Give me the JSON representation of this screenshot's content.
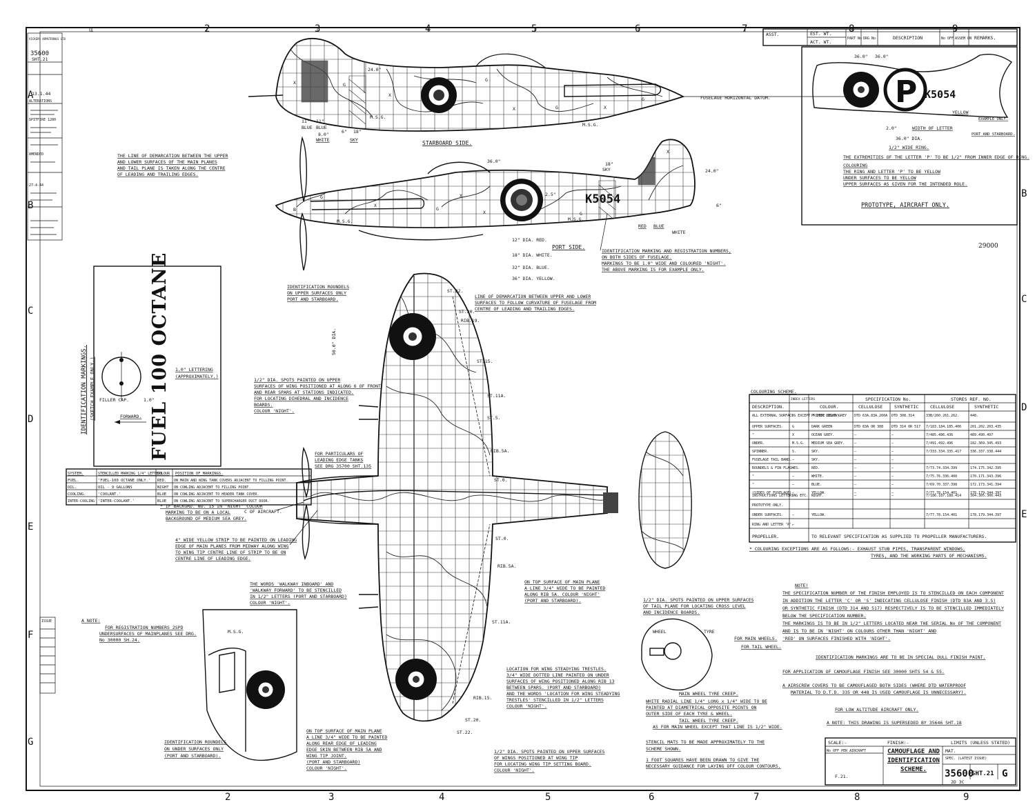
{
  "border": {
    "columns_top": [
      "1",
      "2",
      "3",
      "4",
      "5",
      "6",
      "7",
      "8",
      "9"
    ],
    "columns_bottom": [
      "2",
      "3",
      "4",
      "5",
      "6",
      "7",
      "8",
      "9"
    ],
    "rows": [
      "A",
      "B",
      "C",
      "D",
      "E",
      "F",
      "G"
    ]
  },
  "left_strip": {
    "maker": "VICKERS ARMSTRONGS LTD",
    "drawing_no": "35600",
    "sheet": "SHT.21",
    "date": "13.1.44",
    "alterations_title": "ALTERATIONS",
    "alteration_lines": [
      "SPITFIRE 1200",
      "AMENDED",
      "27-4-44"
    ],
    "issue_label": "ISSUE"
  },
  "alterations_header": {
    "cells": [
      "ASST.",
      "EST. WT.",
      "ACT. WT.",
      "PART No",
      "DRG No",
      "DESCRIPTION",
      "No OFF",
      "ASSEM ON",
      "REMARKS."
    ]
  },
  "starboard": {
    "title": "STARBOARD SIDE.",
    "datum_label": "FUSELAGE HORIZONTAL DATUM.",
    "dims": [
      "24.0\"",
      "11\"",
      "11\"",
      "8.0\"",
      "6\"",
      "18\""
    ],
    "band_labels": [
      "BLUE",
      "BLUE",
      "WHITE",
      "SKY"
    ],
    "letters": [
      "X",
      "G",
      "X",
      "G",
      "X",
      "G",
      "X",
      "G"
    ],
    "msg": [
      "M.S.G.",
      "M.S.G."
    ]
  },
  "port": {
    "title": "PORT SIDE.",
    "serial": "K5054",
    "dims": [
      "36.0\"",
      "24.0\"",
      "18\"",
      "6\"",
      "2.5\""
    ],
    "roundel_dims": [
      "12\" DIA. RED.",
      "18\" DIA. WHITE.",
      "32\" DIA. BLUE.",
      "36\" DIA. YELLOW."
    ],
    "band_labels": [
      "SKY",
      "RED",
      "BLUE",
      "WHITE"
    ],
    "letters": [
      "B",
      "G",
      "X",
      "G",
      "X",
      "X",
      "G",
      "X"
    ],
    "msg": [
      "M.S.G.",
      "M.S.G."
    ],
    "note_demarcation": [
      "THE LINE OF DEMARCATION BETWEEN THE UPPER",
      "AND LOWER SURFACES OF THE MAIN PLANES",
      "AND TAIL PLANE IS TAKEN ALONG THE CENTRE",
      "OF LEADING AND TRAILING EDGES."
    ],
    "note_identification": [
      "IDENTIFICATION MARKING AND REGISTRATION NUMBERS,",
      "ON BOTH SIDES OF FUSELAGE.",
      "MARKINGS TO BE 1.0\" WIDE AND COLOURED 'NIGHT'.",
      "THE ABOVE MARKING IS FOR EXAMPLE ONLY."
    ]
  },
  "prototype": {
    "title": "PROTOTYPE, AIRCRAFT ONLY.",
    "letter": "P",
    "serial": "K5054",
    "dims": [
      "36.0\"",
      "36.0\"",
      "36.0\" DIA.",
      "1/2\" WIDE RING.",
      "2.0\"",
      "WIDTH OF LETTER"
    ],
    "labels": [
      "YELLOW",
      "EXAMPLE ONLY.",
      "PORT AND STARBOARD."
    ],
    "notes": [
      "THE EXTREMITIES OF THE LETTER 'P' TO BE 1/2\" FROM INNER EDGE OF RING.",
      "COLOURING",
      "THE RING AND LETTER 'P' TO BE YELLOW",
      "UNDER SURFACES TO BE YELLOW",
      "UPPER SURFACES AS GIVEN FOR THE INTENDED ROLE."
    ],
    "ref_no": "29000"
  },
  "fuel_box": {
    "side_title": "IDENTIFICATION MARKINGS.",
    "side_subtitle": "(SKETCH EXAMPLE ONLY.)",
    "stencil": "FUEL 100 OCTANE",
    "lettering": "1.0\" LETTERING",
    "lettering_sub": "(APPROXIMATELY.)",
    "filler_cap": "FILLER CAP.",
    "dim": "1.0\"",
    "forward": "FORWARD."
  },
  "systems_table": {
    "headers": [
      "SYSTEM.",
      "STENCILLED MARKING 1/4\" LETTERS",
      "COLOUR",
      "POSITION OF MARKINGS."
    ],
    "rows": [
      [
        "FUEL.",
        "'FUEL-100 OCTANE ONLY.'",
        "RED.",
        "ON MAIN AND WING TANK COVERS ADJACENT TO FILLING POINT."
      ],
      [
        "OIL.",
        "OIL - 9 GALLONS",
        "NIGHT",
        "ON COWLING ADJACENT TO FILLING POINT."
      ],
      [
        "COOLING.",
        "'COOLANT.'",
        "BLUE",
        "ON COWLING ADJACENT TO HEADER TANK COVER."
      ],
      [
        "INTER-COOLING",
        "'INTER-COOLANT.'",
        "BLUE",
        "ON COWLING ADJACENT TO SUPERCHARGER DUCT DOOR."
      ]
    ]
  },
  "plan_notes": {
    "roundels_top": [
      "IDENTIFICATION ROUNDELS",
      "ON UPPER SURFACES ONLY",
      "PORT AND STARBOARD."
    ],
    "demarcation": [
      "LINE OF DEMARCATION BETWEEN UPPER AND LOWER",
      "SURFACES TO FOLLOW CURVATURE OF FUSELAGE FROM",
      "CENTRE OF LEADING AND TRAILING EDGES."
    ],
    "spots": [
      "1/2\" DIA. SPOTS PAINTED ON UPPER",
      "SURFACES OF WING POSITIONED AT ALONG 6 OF FRONT",
      "AND REAR SPARS AT STATIONS INDICATED.",
      "FOR LOCATING DIHEDRAL AND INCIDENCE",
      "BOARDS.",
      "COLOUR 'NIGHT'."
    ],
    "tanks": [
      "FOR PARTICULARS OF",
      "LEADING EDGE TANKS",
      "SEE DRG 35700 SHT.135"
    ],
    "backgrd": [
      "* IF BACKGRD. NO. 15 IN 'NIGHT' COLOUR",
      "MARKING TO BE ON A LOCAL",
      "BACKGROUND OF MEDIUM SEA GREY."
    ],
    "aircraft_cl": "C OF AIRCRAFT.",
    "yellow_strip": [
      "4\" WIDE YELLOW STRIP TO BE PAINTED ON LEADING",
      "EDGE OF MAIN PLANES FROM MIDWAY ALONG WING",
      "TO WING TIP CENTRE LINE OF STRIP TO BE ON",
      "CENTRE LINE OF LEADING EDGE."
    ],
    "walkway": [
      "THE WORDS 'WALKWAY INBOARD' AND",
      "'WALKWAY FORWARD' TO BE STENCILLED",
      "IN 1/2\" LETTERS (PORT AND STARBOARD)",
      "COLOUR 'NIGHT'."
    ],
    "rib_line": [
      "ON TOP SURFACE OF MAIN PLANE",
      "A LINE 3/4\" WIDE TO BE PAINTED",
      "ALONG RIB 5A. COLOUR 'NIGHT'",
      "(PORT AND STARBOARD)."
    ],
    "tail_spots": [
      "1/2\" DIA. SPOTS PAINTED ON UPPER SURFACES",
      "OF TAIL PLANE FOR LOCATING CROSS LEVEL",
      "AND INCIDENCE BOARDS."
    ],
    "trestles": [
      "LOCATION FOR WING STEADYING TRESTLES.",
      "3/4\" WIDE DOTTED LINE PAINTED ON UNDER",
      "SURFACES OF WING POSITIONED ALONG RIB 13",
      "BETWEEN SPARS. (PORT AND STARBOARD)",
      "AND THE WORDS 'LOCATION FOR WING STEADYING",
      "TRESTLES' STENCILLED IN 1/2\" LETTERS",
      "COLOUR 'NIGHT'."
    ],
    "rear_edge": [
      "ON TOP SURFACE OF MAIN PLANE",
      "A LINE 3/4\" WIDE TO BE PAINTED",
      "ALONG REAR EDGE OF LEADING",
      "EDGE SKIN BETWEEN RIB 5A AND",
      "WING TIP JOINT.",
      "(PORT AND STARBOARD)",
      "COLOUR 'NIGHT'."
    ],
    "tip_spots": [
      "1/2\" DIA. SPOTS PAINTED ON UPPER SURFACES",
      "OF WINGS POSITIONED AT WING TIP",
      "FOR LOCATING WING TIP SETTING BOARD.",
      "COLOUR 'NIGHT'."
    ],
    "reg_note": [
      "A NOTE:",
      "FOR REGISTRATION NUMBERS 2SPD",
      "UNDERSURFACES OF MAINPLANES SEE DRG.",
      "No 30000 SH.24."
    ],
    "lower_roundels": [
      "IDENTIFICATION ROUNDELS",
      "ON UNDER SURFACES ONLY",
      "(PORT AND STARBOARD)."
    ],
    "stations": [
      "ST.22.",
      "ST.20.",
      "RIB.19.",
      "ST.15.",
      "ST.11A.",
      "ST.5.",
      "RIB.5A.",
      "ST.0.",
      "ST.0.",
      "RIB.5A.",
      "ST.11A.",
      "RIB.15.",
      "ST.20.",
      "ST.22."
    ],
    "msg": "M.S.G.",
    "roundel_dia": "50.0\" DIA."
  },
  "wheel": {
    "labels": [
      "WHEEL",
      "TYRE",
      "FOR MAIN WHEELS.",
      "FOR TAIL WHEEL."
    ],
    "notes": [
      "MAIN WHEEL TYRE CREEP.",
      "WHITE RADIAL LINE 1/4\" LONG x 1/4\" WIDE TO BE",
      "PAINTED AT DIAMETRICAL OPPOSITE POINTS ON",
      "OUTER SIDE OF EACH TYRE & WHEEL.",
      "TAIL WHEEL TYRE CREEP.",
      "AS FOR MAIN WHEEL EXCEPT THAT LINE IS 1/2\" WIDE.",
      "STENCIL MATS TO BE MADE APPROXIMATELY TO THE",
      "SCHEME SHOWN.",
      "1 FOOT SQUARES HAVE BEEN DRAWN TO GIVE THE",
      "NECESSARY GUIDANCE FOR LAYING OFF COLOUR CONTOURS."
    ]
  },
  "colouring": {
    "title": "COLOURING SCHEME.",
    "header_groups": [
      "SPECIFICATION No.",
      "STORES REF. NO."
    ],
    "headers": [
      "DESCRIPTION.",
      "INDEX LETTERS",
      "COLOUR.",
      "CELLULOSE",
      "SYNTHETIC",
      "CELLULOSE",
      "SYNTHETIC"
    ],
    "rows": [
      [
        "ALL EXTERNAL SURFACES EXCEPT * (SEE BELOW)",
        "—",
        "PRIMER LIGHT GREY",
        "DTD 63A.83A.260A",
        "DTD 308.314",
        "33B/260.261.262.",
        "448."
      ],
      [
        "UPPER SURFACES.",
        "G",
        "DARK GREEN",
        "DTD 83A OR 308",
        "DTD 314 OR 517",
        "7/183.184.185.406",
        "201.202.203.435"
      ],
      [
        "\"",
        "X",
        "OCEAN GREY.",
        "—",
        "—",
        "7/485.486.436",
        "489.490.497"
      ],
      [
        "UNDER.",
        "M.S.G.",
        "MEDIUM SEA GREY.",
        "—",
        "—",
        "7/491.492.496",
        "182.369.345.493"
      ],
      [
        "SPINNER.",
        "S.",
        "SKY.",
        "—",
        "—",
        "7/333.334.335.417",
        "336.337.338.444"
      ],
      [
        "FUSELAGE TAIL BAND.",
        "—",
        "SKY.",
        "—",
        "—",
        "",
        ""
      ],
      [
        "ROUNDELS & FIN FLASHES.",
        "—",
        "RED.",
        "—",
        "—",
        "7/73.74.334.399",
        "174.175.342.395"
      ],
      [
        "\"",
        "—",
        "WHITE.",
        "—",
        "—",
        "7/75.76.336.400",
        "170.171.343.396"
      ],
      [
        "\"",
        "—",
        "BLUE.",
        "—",
        "—",
        "7/69.70.337.398",
        "172.173.341.394"
      ],
      [
        "(SIDES OF FUSELAGE)",
        "—",
        "YELLOW.",
        "—",
        "—",
        "7/77.78.154.401",
        "178.179.344.397"
      ],
      [
        "INSTRUCTIONS LETTERING ETC.",
        "—",
        "NIGHT.",
        "—",
        "—",
        "7/186.187.188.414",
        "304.305.306.443"
      ],
      [
        "PROTOTYPE ONLY.",
        "",
        "",
        "",
        "",
        "",
        ""
      ],
      [
        "UNDER SURFACES.",
        "—",
        "YELLOW.",
        "",
        "",
        "7/77.78.154.401",
        "178.179.344.397"
      ],
      [
        "RING AND LETTER 'P'.",
        "—",
        "",
        "",
        "",
        "",
        ""
      ]
    ],
    "propeller": [
      "PROPELLER.",
      "TO RELEVANT SPECIFICATION AS SUPPLIED TO PROPELLER MANUFACTURERS."
    ],
    "exceptions": [
      "* COLOURING EXCEPTIONS ARE AS FOLLOWS:- EXHAUST STUB PIPES, TRANSPARENT WINDOWS,",
      "TYRES, AND THE WORKING PARTS OF MECHANISMS."
    ]
  },
  "notes_right": {
    "title": "NOTE!",
    "lines": [
      "THE SPECIFICATION NUMBER OF THE FINISH EMPLOYED IS TO STENCILLED ON EACH COMPONENT",
      "IN ADDITION THE LETTER 'C' OR 'S' INDICATING CELLULOSE FINISH (DTD 83A AND 3.S)",
      "OR SYNTHETIC FINISH (DTD 314 AND 517) RESPECTIVELY IS TO BE STENCILLED IMMEDIATELY",
      "BELOW THE SPECIFICATION NUMBER.",
      "THE MARKINGS IS TO BE IN 1/2\" LETTERS LOCATED NEAR THE SERIAL No OF THE COMPONENT",
      "AND IS TO BE IN 'NIGHT' ON COLOURS OTHER THAN 'NIGHT' AND",
      "'RED' ON SURFACES FINISHED WITH 'NIGHT'.",
      "IDENTIFICATION MARKINGS ARE TO BE IN SPECIAL DULL FINISH PAINT.",
      "FOR APPLICATION OF CAMOUFLAGE FINISH SEE 30000 SHTS 54 & 55.",
      "A AIRSCREW COVERS TO BE CAMOUFLAGED BOTH SIDES (WHERE DTD WATERPROOF",
      "MATERIAL TO D.T.D. 335 OR 448 IS USED CAMOUFLAGE IS UNNECESSARY).",
      "FOR LOW ALTITUDE AIRCRAFT ONLY.",
      "A NOTE: THIS DRAWING IS SUPERSEDED BY 35646 SHT.18"
    ]
  },
  "title_block": {
    "scale": "SCALE:-",
    "finish": "FINISH:-",
    "limits": "LIMITS (UNLESS STATED)",
    "no_off": "No OFF PER AIRCRAFT",
    "title": "CAMOUFLAGE AND IDENTIFICATION SCHEME.",
    "mat": "MAT.",
    "spec": "SPEC. (LATEST ISSUE)",
    "drawing_no": "35600",
    "sheet": "SHT.21",
    "issue": "G",
    "drawn": "F.21.",
    "extra": "2D 3C"
  }
}
